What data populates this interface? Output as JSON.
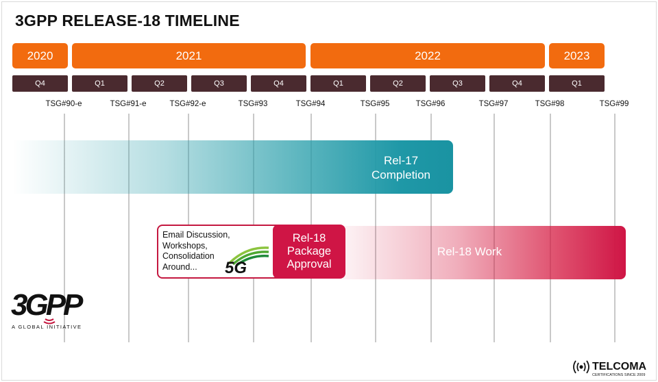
{
  "page": {
    "title": "3GPP RELEASE-18 TIMELINE"
  },
  "years": [
    {
      "label": "2020"
    },
    {
      "label": "2021"
    },
    {
      "label": "2022"
    },
    {
      "label": "2023"
    }
  ],
  "quarters": [
    "Q4",
    "Q1",
    "Q2",
    "Q3",
    "Q4",
    "Q1",
    "Q2",
    "Q3",
    "Q4",
    "Q1"
  ],
  "meetings": [
    "TSG#90-e",
    "TSG#91-e",
    "TSG#92-e",
    "TSG#93",
    "TSG#94",
    "TSG#95",
    "TSG#96",
    "TSG#97",
    "TSG#98",
    "TSG#99"
  ],
  "bands": {
    "rel17": {
      "line1": "Rel-17",
      "line2": "Completion",
      "color": "#1f98a7"
    },
    "rel18_work": {
      "label": "Rel-18 Work",
      "color": "#cf1545"
    }
  },
  "email_box": {
    "lines": [
      "Email Discussion,",
      "Workshops,",
      "Consolidation",
      "Around..."
    ]
  },
  "approval_box": {
    "lines": [
      "Rel-18",
      "Package",
      "Approval"
    ]
  },
  "logos": {
    "fiveg": {
      "text": "5G"
    },
    "threegpp": {
      "text": "3GPP",
      "tagline": "A GLOBAL INITIATIVE"
    },
    "telcoma": {
      "name": "TELCOMA",
      "tagline": "CERTIFICATIONS SINCE 2009"
    }
  },
  "colors": {
    "orange": "#f26b0f",
    "quarter": "#4a2a2f",
    "teal": "#1f98a7",
    "crimson": "#cf1545"
  }
}
